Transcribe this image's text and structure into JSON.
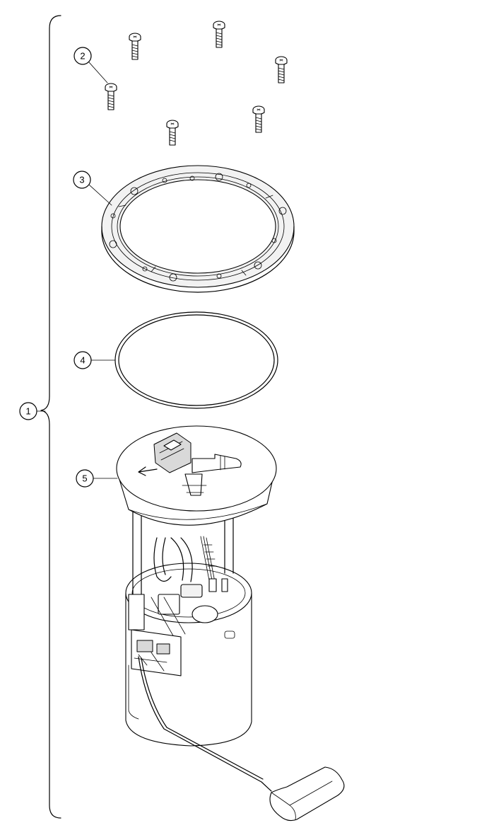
{
  "callouts": {
    "c1": "1",
    "c2": "2",
    "c3": "3",
    "c4": "4",
    "c5": "5"
  },
  "parts": [
    {
      "callout": "1",
      "icon": "fuel-pump-assembly-bracket"
    },
    {
      "callout": "2",
      "icon": "screw-icon"
    },
    {
      "callout": "3",
      "icon": "retaining-ring-icon"
    },
    {
      "callout": "4",
      "icon": "o-ring-seal-icon"
    },
    {
      "callout": "5",
      "icon": "fuel-pump-module-icon"
    }
  ]
}
